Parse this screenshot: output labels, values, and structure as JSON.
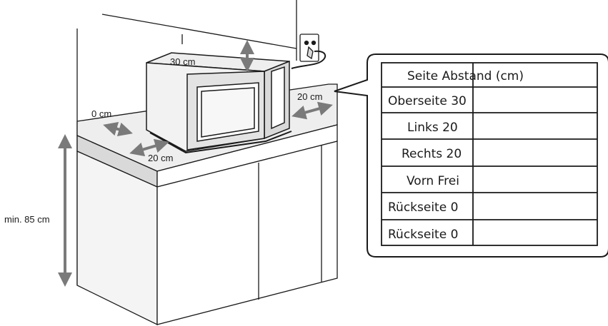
{
  "labels": {
    "top_gap": "30 cm",
    "left_gap": "0 cm",
    "right_gap": "20 cm",
    "front_gap": "20 cm",
    "counter_height": "min. 85 cm"
  },
  "clearance_table": {
    "header": "Seite Abstand (cm)",
    "rows": [
      "Oberseite 30",
      "Links 20",
      "Rechts 20",
      "Vorn Frei",
      "Rückseite 0",
      "Rückseite 0"
    ]
  },
  "colors": {
    "line": "#1a1a1a",
    "shade": "#d9d9d9",
    "shade_light": "#eeeeee",
    "arrow": "#7a7a7a"
  }
}
